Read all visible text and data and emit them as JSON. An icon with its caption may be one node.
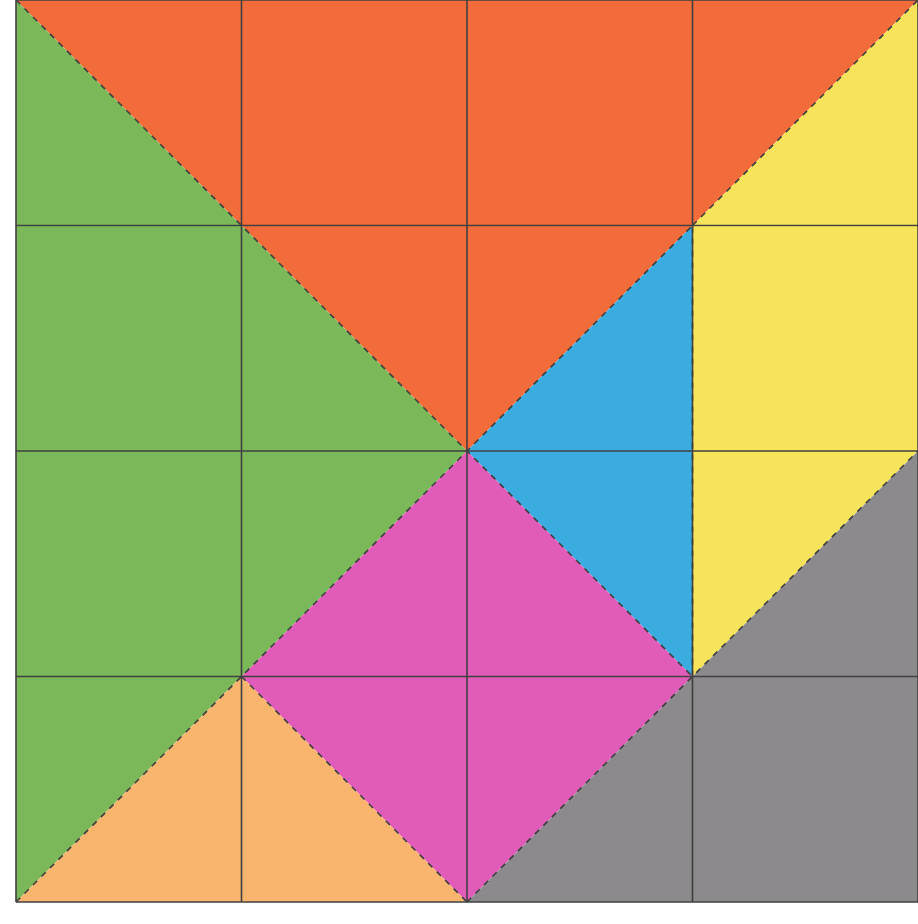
{
  "diagram": {
    "nodes": [
      {
        "text": [],
        "shape": "triangle"
      },
      {
        "text": [],
        "shape": "triangle"
      },
      {
        "text": [],
        "shape": "parallelogram"
      },
      {
        "text": [],
        "shape": "triangle"
      },
      {
        "text": [],
        "shape": "square"
      },
      {
        "text": [],
        "shape": "triangle"
      },
      {
        "text": [],
        "shape": "triangle"
      }
    ]
  }
}
